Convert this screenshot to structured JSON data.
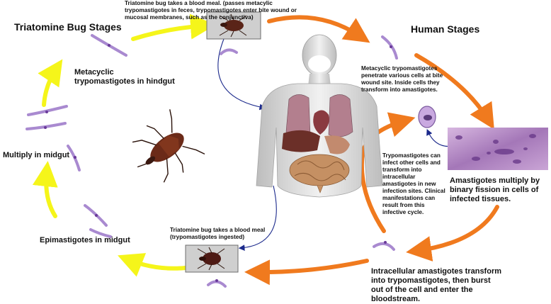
{
  "headings": {
    "bug_stages": "Triatomine Bug Stages",
    "human_stages": "Human Stages"
  },
  "steps": {
    "blood_meal_top": "Triatomine bug takes a blood meal. (passes metacylic trypomastigotes in feces, trypomastigotes enter bite wound or mucosal membranes, such as the conjunctiva)",
    "penetrate": "Metacyclic trypomastigotes penetrate various cells at bite wound site. Inside cells they transform into amastigotes.",
    "amastigotes_multiply": "Amastigotes multiply by binary fission in cells of infected tissues.",
    "transform": "Intracellular amastigotes transform into trypomastigotes, then burst out of the cell and enter the bloodstream.",
    "blood_meal_bottom": "Triatomine bug takes a blood meal (trypomastigotes ingested)",
    "epimastigotes": "Epimastigotes in midgut",
    "multiply_midgut": "Multiply in midgut",
    "metacyclic_hindgut": "Metacyclic trypomastigotes in hindgut",
    "trypo_infect": "Trypomastigotes can infect other cells and transform into intracellular amastigotes in new infection sites. Clinical manifestations can result from this infective cycle."
  },
  "colors": {
    "human_cycle_arrow": "#f07a1e",
    "bug_cycle_arrow": "#f5f51a",
    "blood_link_arrow": "#1c2a8c",
    "parasite": "#a98ad0",
    "tissue": "#b488c8"
  },
  "icons": [
    "kissing-bug-icon",
    "human-body-icon",
    "trypomastigote-icon",
    "amastigote-cell-icon",
    "tissue-micrograph-icon"
  ]
}
